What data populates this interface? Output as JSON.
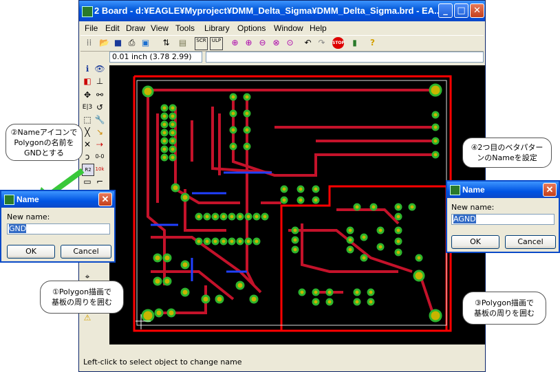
{
  "window": {
    "title": "2 Board - d:¥EAGLE¥Myproject¥DMM_Delta_Sigma¥DMM_Delta_Sigma.brd - EA...",
    "minimize": "_",
    "maximize": "□",
    "close": "✕"
  },
  "menu": [
    "File",
    "Edit",
    "Draw",
    "View",
    "Tools",
    "Library",
    "Options",
    "Window",
    "Help"
  ],
  "coordinates": "0.01 inch (3.78 2.99)",
  "status": "Left-click to select object to change name",
  "callouts": {
    "name_icon": [
      "②Nameアイコンで",
      "Polygonの名前を",
      "GNDとする"
    ],
    "polygon_left": [
      "①Polygon描画で",
      "基板の周りを囲む"
    ],
    "polygon_right": [
      "③Polygon描画で",
      "基板の周りを囲む"
    ],
    "name_second": [
      "④2つ目のベタパター",
      "ンのNameを設定"
    ]
  },
  "dialog_left": {
    "title": "Name",
    "label": "New name:",
    "value": "GND",
    "ok": "OK",
    "cancel": "Cancel"
  },
  "dialog_right": {
    "title": "Name",
    "label": "New name:",
    "value": "AGND",
    "ok": "OK",
    "cancel": "Cancel"
  },
  "colors": {
    "polygon_outline": "#ff0000",
    "trace": "#c4122a",
    "pad": "#c8b400",
    "via_green": "#2db52d",
    "airwire_blue": "#2040ff",
    "board_bg": "#000000",
    "title_blue": "#0054e3"
  },
  "icons": {
    "close": "close-icon",
    "stop": "stop-icon",
    "help": "help-icon",
    "arrow": "pointer-arrow-icon"
  }
}
